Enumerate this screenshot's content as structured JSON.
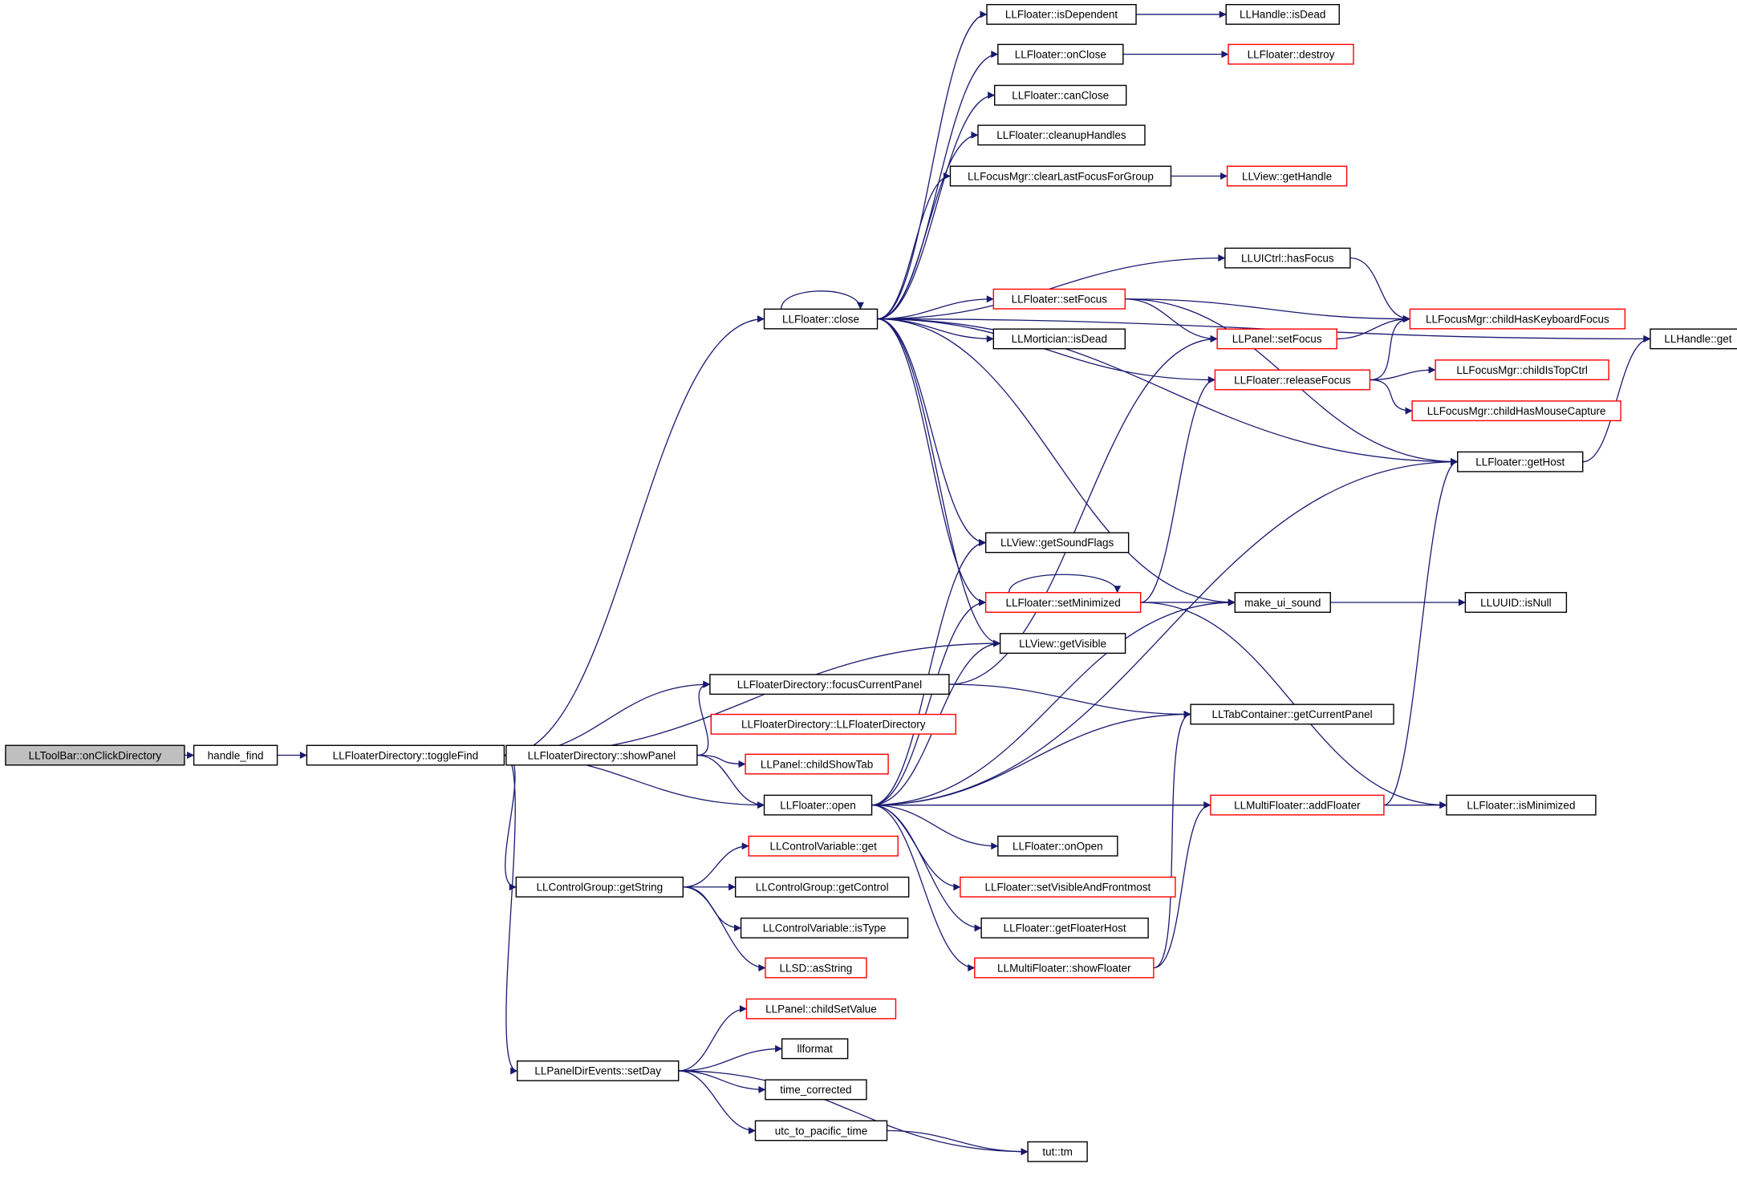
{
  "title": "",
  "colors": {
    "edge": "#191970",
    "border_normal": "#000000",
    "border_truncated": "#ff0000",
    "root_fill": "#bfbfbf",
    "background": "#ffffff"
  },
  "nodes": [
    {
      "id": "n1",
      "label": "LLToolBar::onClickDirectory",
      "style": "root"
    },
    {
      "id": "n2",
      "label": "handle_find",
      "style": "normal"
    },
    {
      "id": "n3",
      "label": "LLFloaterDirectory::toggleFind",
      "style": "normal"
    },
    {
      "id": "n4",
      "label": "LLFloater::close",
      "style": "normal"
    },
    {
      "id": "n5",
      "label": "LLFloaterDirectory::focusCurrentPanel",
      "style": "normal"
    },
    {
      "id": "n6",
      "label": "LLFloaterDirectory::LLFloaterDirectory",
      "style": "red"
    },
    {
      "id": "n7",
      "label": "LLFloaterDirectory::showPanel",
      "style": "normal"
    },
    {
      "id": "n8",
      "label": "LLFloater::open",
      "style": "normal"
    },
    {
      "id": "n9",
      "label": "LLControlGroup::getString",
      "style": "normal"
    },
    {
      "id": "n10",
      "label": "LLPanelDirEvents::setDay",
      "style": "normal"
    },
    {
      "id": "n11",
      "label": "LLFloater::isDependent",
      "style": "normal"
    },
    {
      "id": "n12",
      "label": "LLHandle::isDead",
      "style": "normal"
    },
    {
      "id": "n13",
      "label": "LLFloater::onClose",
      "style": "normal"
    },
    {
      "id": "n14",
      "label": "LLFloater::destroy",
      "style": "red"
    },
    {
      "id": "n15",
      "label": "LLFloater::canClose",
      "style": "normal"
    },
    {
      "id": "n16",
      "label": "LLFloater::cleanupHandles",
      "style": "normal"
    },
    {
      "id": "n17",
      "label": "LLFocusMgr::clearLastFocusForGroup",
      "style": "normal"
    },
    {
      "id": "n18",
      "label": "LLView::getHandle",
      "style": "red"
    },
    {
      "id": "n19",
      "label": "LLUICtrl::hasFocus",
      "style": "normal"
    },
    {
      "id": "n20",
      "label": "LLFloater::setFocus",
      "style": "red"
    },
    {
      "id": "n21",
      "label": "LLFocusMgr::childHasKeyboardFocus",
      "style": "red"
    },
    {
      "id": "n22",
      "label": "LLPanel::setFocus",
      "style": "red"
    },
    {
      "id": "n23",
      "label": "LLMortician::isDead",
      "style": "normal"
    },
    {
      "id": "n24",
      "label": "LLFloater::releaseFocus",
      "style": "red"
    },
    {
      "id": "n25",
      "label": "LLFocusMgr::childIsTopCtrl",
      "style": "red"
    },
    {
      "id": "n26",
      "label": "LLFocusMgr::childHasMouseCapture",
      "style": "red"
    },
    {
      "id": "n27",
      "label": "LLFloater::getHost",
      "style": "normal"
    },
    {
      "id": "n28",
      "label": "LLHandle::get",
      "style": "normal"
    },
    {
      "id": "n29",
      "label": "LLView::getSoundFlags",
      "style": "normal"
    },
    {
      "id": "n30",
      "label": "LLFloater::setMinimized",
      "style": "red"
    },
    {
      "id": "n31",
      "label": "make_ui_sound",
      "style": "normal"
    },
    {
      "id": "n32",
      "label": "LLUUID::isNull",
      "style": "normal"
    },
    {
      "id": "n33",
      "label": "LLView::getVisible",
      "style": "normal"
    },
    {
      "id": "n34",
      "label": "LLTabContainer::getCurrentPanel",
      "style": "normal"
    },
    {
      "id": "n35",
      "label": "LLPanel::childShowTab",
      "style": "red"
    },
    {
      "id": "n36",
      "label": "LLMultiFloater::addFloater",
      "style": "red"
    },
    {
      "id": "n37",
      "label": "LLFloater::isMinimized",
      "style": "normal"
    },
    {
      "id": "n38",
      "label": "LLFloater::onOpen",
      "style": "normal"
    },
    {
      "id": "n39",
      "label": "LLControlVariable::get",
      "style": "red"
    },
    {
      "id": "n40",
      "label": "LLControlGroup::getControl",
      "style": "normal"
    },
    {
      "id": "n41",
      "label": "LLFloater::setVisibleAndFrontmost",
      "style": "red"
    },
    {
      "id": "n42",
      "label": "LLControlVariable::isType",
      "style": "normal"
    },
    {
      "id": "n43",
      "label": "LLFloater::getFloaterHost",
      "style": "normal"
    },
    {
      "id": "n44",
      "label": "LLSD::asString",
      "style": "red"
    },
    {
      "id": "n45",
      "label": "LLMultiFloater::showFloater",
      "style": "red"
    },
    {
      "id": "n46",
      "label": "LLPanel::childSetValue",
      "style": "red"
    },
    {
      "id": "n47",
      "label": "llformat",
      "style": "normal"
    },
    {
      "id": "n48",
      "label": "time_corrected",
      "style": "normal"
    },
    {
      "id": "n49",
      "label": "utc_to_pacific_time",
      "style": "normal"
    },
    {
      "id": "n50",
      "label": "tut::tm",
      "style": "normal"
    }
  ],
  "edges": [
    [
      "n1",
      "n2"
    ],
    [
      "n2",
      "n3"
    ],
    [
      "n3",
      "n4"
    ],
    [
      "n3",
      "n33"
    ],
    [
      "n3",
      "n5"
    ],
    [
      "n3",
      "n7"
    ],
    [
      "n3",
      "n8"
    ],
    [
      "n3",
      "n9"
    ],
    [
      "n3",
      "n10"
    ],
    [
      "n4",
      "n4"
    ],
    [
      "n4",
      "n11"
    ],
    [
      "n4",
      "n13"
    ],
    [
      "n4",
      "n15"
    ],
    [
      "n4",
      "n16"
    ],
    [
      "n4",
      "n17"
    ],
    [
      "n4",
      "n28"
    ],
    [
      "n4",
      "n19"
    ],
    [
      "n4",
      "n20"
    ],
    [
      "n4",
      "n23"
    ],
    [
      "n4",
      "n24"
    ],
    [
      "n4",
      "n27"
    ],
    [
      "n4",
      "n29"
    ],
    [
      "n4",
      "n30"
    ],
    [
      "n4",
      "n31"
    ],
    [
      "n4",
      "n33"
    ],
    [
      "n11",
      "n12"
    ],
    [
      "n13",
      "n14"
    ],
    [
      "n17",
      "n18"
    ],
    [
      "n19",
      "n21"
    ],
    [
      "n20",
      "n21"
    ],
    [
      "n20",
      "n22"
    ],
    [
      "n20",
      "n27"
    ],
    [
      "n22",
      "n21"
    ],
    [
      "n24",
      "n21"
    ],
    [
      "n24",
      "n25"
    ],
    [
      "n24",
      "n26"
    ],
    [
      "n27",
      "n28"
    ],
    [
      "n30",
      "n30"
    ],
    [
      "n30",
      "n24"
    ],
    [
      "n30",
      "n31"
    ],
    [
      "n30",
      "n37"
    ],
    [
      "n31",
      "n32"
    ],
    [
      "n5",
      "n22"
    ],
    [
      "n5",
      "n34"
    ],
    [
      "n7",
      "n5"
    ],
    [
      "n7",
      "n35"
    ],
    [
      "n7",
      "n8"
    ],
    [
      "n8",
      "n29"
    ],
    [
      "n8",
      "n30"
    ],
    [
      "n8",
      "n33"
    ],
    [
      "n8",
      "n31"
    ],
    [
      "n8",
      "n34"
    ],
    [
      "n8",
      "n27"
    ],
    [
      "n8",
      "n36"
    ],
    [
      "n8",
      "n38"
    ],
    [
      "n8",
      "n41"
    ],
    [
      "n8",
      "n43"
    ],
    [
      "n8",
      "n45"
    ],
    [
      "n8",
      "n37"
    ],
    [
      "n36",
      "n37"
    ],
    [
      "n36",
      "n27"
    ],
    [
      "n45",
      "n36"
    ],
    [
      "n45",
      "n34"
    ],
    [
      "n9",
      "n39"
    ],
    [
      "n9",
      "n40"
    ],
    [
      "n9",
      "n42"
    ],
    [
      "n9",
      "n44"
    ],
    [
      "n10",
      "n46"
    ],
    [
      "n10",
      "n47"
    ],
    [
      "n10",
      "n48"
    ],
    [
      "n10",
      "n49"
    ],
    [
      "n10",
      "n50"
    ],
    [
      "n49",
      "n50"
    ]
  ]
}
